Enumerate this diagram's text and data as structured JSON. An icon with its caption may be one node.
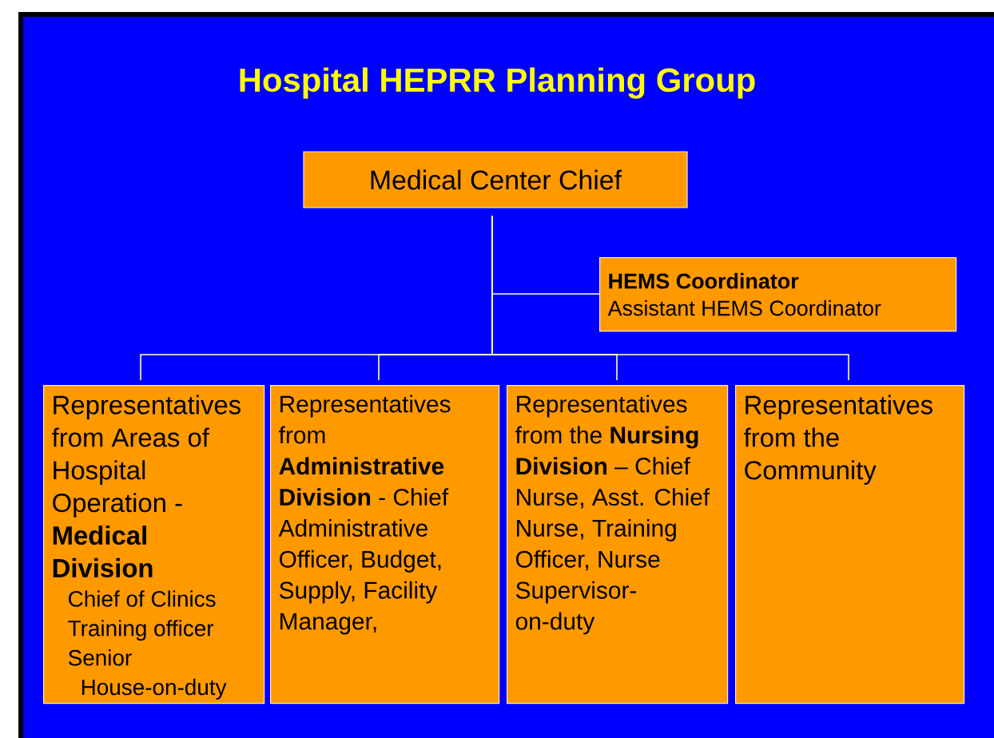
{
  "diagram": {
    "title": "Hospital HEPRR Planning Group",
    "nodes": [
      {
        "text": [
          "Medical Center Chief"
        ]
      },
      {
        "text": [
          "HEMS Coordinator",
          "Assistant HEMS Coordinator"
        ]
      },
      {
        "text": [
          "Representatives from Areas of Hospital Operation - **Medical Division**",
          "Chief of Clinics",
          "Training officer",
          "Senior House-on-duty"
        ]
      },
      {
        "text": [
          "Representatives from **Administrative Division** - Chief Administrative Officer, Budget, Supply, Facility Manager,"
        ]
      },
      {
        "text": [
          "Representatives from the **Nursing Division** – Chief Nurse, Asst. Chief Nurse, Training Officer, Nurse Supervisor- on-duty"
        ]
      },
      {
        "text": [
          "Representatives from the Community"
        ]
      }
    ],
    "edges": [
      {
        "from": 0,
        "to": 1,
        "arrow": "none"
      },
      {
        "from": 0,
        "to": 2,
        "arrow": "none"
      },
      {
        "from": 0,
        "to": 3,
        "arrow": "none"
      },
      {
        "from": 0,
        "to": 4,
        "arrow": "none"
      },
      {
        "from": 0,
        "to": 5,
        "arrow": "none"
      }
    ]
  }
}
